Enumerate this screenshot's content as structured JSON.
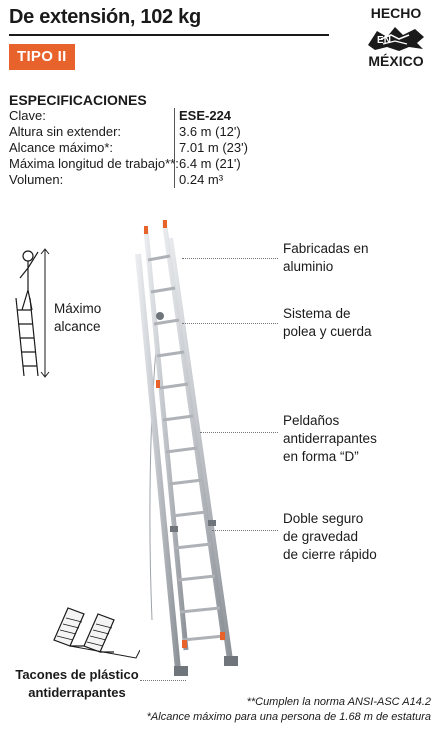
{
  "header": {
    "title": "De extensión, 102 kg",
    "type_badge": "TIPO II"
  },
  "origin_seal": {
    "line1": "HECHO",
    "line2": "EN",
    "line3": "MÉXICO"
  },
  "specs": {
    "heading": "ESPECIFICACIONES",
    "rows": [
      {
        "label": "Clave:",
        "value": "ESE-224"
      },
      {
        "label": "Altura sin extender:",
        "value": "3.6 m (12')"
      },
      {
        "label": "Alcance máximo*:",
        "value": "7.01 m (23')"
      },
      {
        "label": "Máxima longitud de trabajo**:",
        "value": "6.4 m (21')"
      },
      {
        "label": "Volumen:",
        "value": "0.24 m³"
      }
    ]
  },
  "reach_figure": {
    "label_line1": "Máximo",
    "label_line2": "alcance"
  },
  "features": [
    {
      "line1": "Fabricadas en",
      "line2": "aluminio",
      "line3": ""
    },
    {
      "line1": "Sistema de",
      "line2": "polea y cuerda",
      "line3": ""
    },
    {
      "line1": "Peldaños",
      "line2": "antiderrapantes",
      "line3": "en forma “D”"
    },
    {
      "line1": "Doble seguro",
      "line2": "de gravedad",
      "line3": "de cierre rápido"
    }
  ],
  "feet": {
    "line1": "Tacones de plástico",
    "line2": "antiderrapantes"
  },
  "footnotes": {
    "note1": "**Cumplen la norma ANSI-ASC A14.2",
    "note2": "*Alcance máximo para una persona de 1.68 m de estatura"
  },
  "colors": {
    "accent": "#e8622b",
    "aluminum": "#c9ccd0",
    "text": "#1a1a1a"
  }
}
